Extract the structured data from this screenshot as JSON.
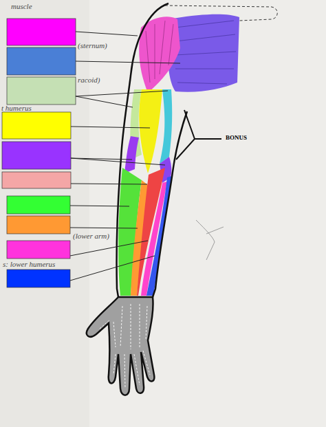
{
  "diagram": {
    "labels": [
      "muscle",
      "(sternum)",
      "racoid)",
      "t humerus",
      "(lower arm)",
      "s: lower humerus",
      "BONUS"
    ]
  }
}
